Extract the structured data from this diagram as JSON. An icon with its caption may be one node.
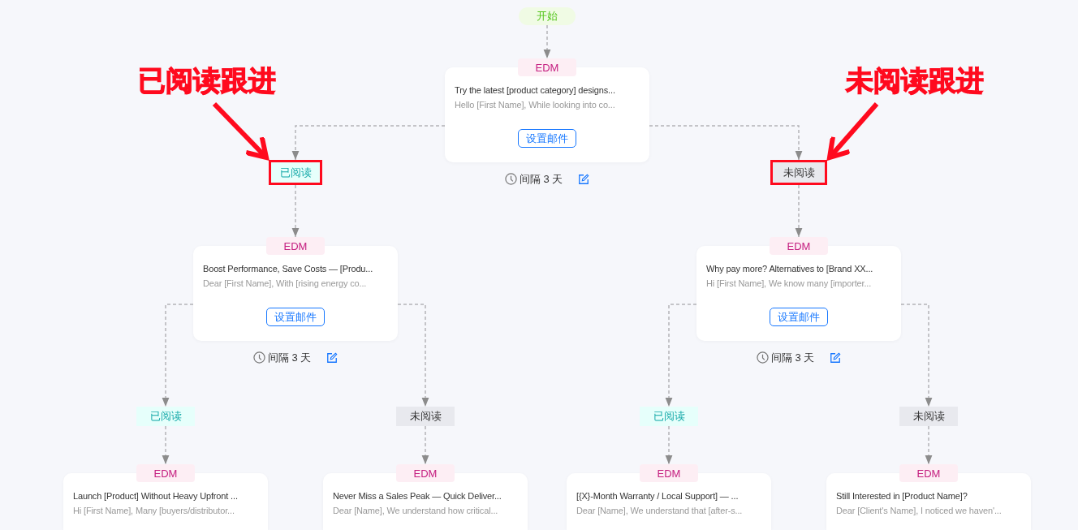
{
  "diagram": {
    "nodes": [
      {
        "text": [
          "开始"
        ]
      },
      {
        "text": [
          "EDM",
          "Try the latest [product category] designs...",
          "Hello [First Name], While looking into co...",
          "设置邮件"
        ],
        "beside": [
          "间隔 3 天"
        ]
      },
      {
        "text": [
          "已阅读"
        ]
      },
      {
        "text": [
          "未阅读"
        ]
      },
      {
        "text": [
          "EDM",
          "Boost Performance, Save Costs — [Produ...",
          "Dear [First Name], With [rising energy co...",
          "设置邮件"
        ],
        "beside": [
          "间隔 3 天"
        ]
      },
      {
        "text": [
          "EDM",
          "Why pay more? Alternatives to [Brand XX...",
          "Hi [First Name], We know many [importer...",
          "设置邮件"
        ],
        "beside": [
          "间隔 3 天"
        ]
      },
      {
        "text": [
          "已阅读"
        ]
      },
      {
        "text": [
          "未阅读"
        ]
      },
      {
        "text": [
          "已阅读"
        ]
      },
      {
        "text": [
          "未阅读"
        ]
      },
      {
        "text": [
          "EDM",
          "Launch [Product] Without Heavy Upfront ...",
          "Hi [First Name], Many [buyers/distributor..."
        ]
      },
      {
        "text": [
          "EDM",
          "Never Miss a Sales Peak — Quick Deliver...",
          "Dear [Name], We understand how critical..."
        ]
      },
      {
        "text": [
          "EDM",
          "[{X}-Month Warranty / Local Support] — ...",
          "Dear [Name], We understand that [after-s..."
        ]
      },
      {
        "text": [
          "EDM",
          "Still Interested in [Product Name]?",
          "Dear [Client's Name], I noticed we haven'..."
        ]
      },
      {
        "text": [
          "已阅读跟进"
        ]
      },
      {
        "text": [
          "未阅读跟进"
        ]
      }
    ],
    "edges": [
      {
        "from": 0,
        "to": 1,
        "arrow": "to",
        "style": "dashed"
      },
      {
        "from": 1,
        "to": 2,
        "arrow": "to",
        "style": "dashed"
      },
      {
        "from": 1,
        "to": 3,
        "arrow": "to",
        "style": "dashed"
      },
      {
        "from": 2,
        "to": 4,
        "arrow": "to",
        "style": "dashed"
      },
      {
        "from": 3,
        "to": 5,
        "arrow": "to",
        "style": "dashed"
      },
      {
        "from": 4,
        "to": 6,
        "arrow": "to",
        "style": "dashed"
      },
      {
        "from": 4,
        "to": 7,
        "arrow": "to",
        "style": "dashed"
      },
      {
        "from": 5,
        "to": 8,
        "arrow": "to",
        "style": "dashed"
      },
      {
        "from": 5,
        "to": 9,
        "arrow": "to",
        "style": "dashed"
      },
      {
        "from": 6,
        "to": 10,
        "arrow": "to",
        "style": "dashed"
      },
      {
        "from": 7,
        "to": 11,
        "arrow": "to",
        "style": "dashed"
      },
      {
        "from": 8,
        "to": 12,
        "arrow": "to",
        "style": "dashed"
      },
      {
        "from": 9,
        "to": 13,
        "arrow": "to",
        "style": "dashed"
      },
      {
        "from": 14,
        "to": 2,
        "arrow": "to",
        "style": "thick",
        "color": "#ff0a1e"
      },
      {
        "from": 15,
        "to": 3,
        "arrow": "to",
        "style": "thick",
        "color": "#ff0a1e"
      }
    ]
  }
}
